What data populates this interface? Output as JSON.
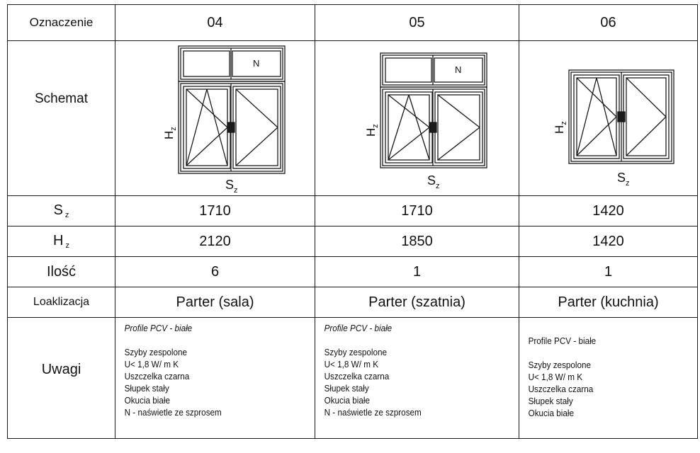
{
  "header": {
    "label": "Oznaczenie",
    "cols": [
      "04",
      "05",
      "06"
    ]
  },
  "schematic": {
    "label": "Schemat",
    "transom_mark": "N",
    "h_letter": "H",
    "s_letter": "S",
    "dim_sub": "z"
  },
  "rows": {
    "sz": {
      "label_main": "S",
      "label_sub": "z",
      "values": [
        "1710",
        "1710",
        "1420"
      ]
    },
    "hz": {
      "label_main": "H",
      "label_sub": "z",
      "values": [
        "2120",
        "1850",
        "1420"
      ]
    },
    "qty": {
      "label": "Ilość",
      "values": [
        "6",
        "1",
        "1"
      ]
    },
    "location": {
      "label": "Loaklizacja",
      "values": [
        "Parter (sala)",
        "Parter (szatnia)",
        "Parter (kuchnia)"
      ]
    }
  },
  "notes": {
    "label": "Uwagi",
    "col04": [
      "Profile PCV - białe",
      "Szyby zespolone",
      "U< 1,8 W/ m  K",
      "Uszczelka czarna",
      "Słupek stały",
      "Okucia białe",
      "N - naświetle ze szprosem"
    ],
    "col05": [
      "Profile PCV - białe",
      "Szyby zespolone",
      "U< 1,8 W/ m  K",
      "Uszczelka czarna",
      "Słupek stały",
      "Okucia białe",
      "N - naświetle ze szprosem"
    ],
    "col06": [
      "Profile PCV - białe",
      "Szyby zespolone",
      "U< 1,8 W/ m  K",
      "Uszczelka czarna",
      "Słupek stały",
      "Okucia białe"
    ]
  }
}
